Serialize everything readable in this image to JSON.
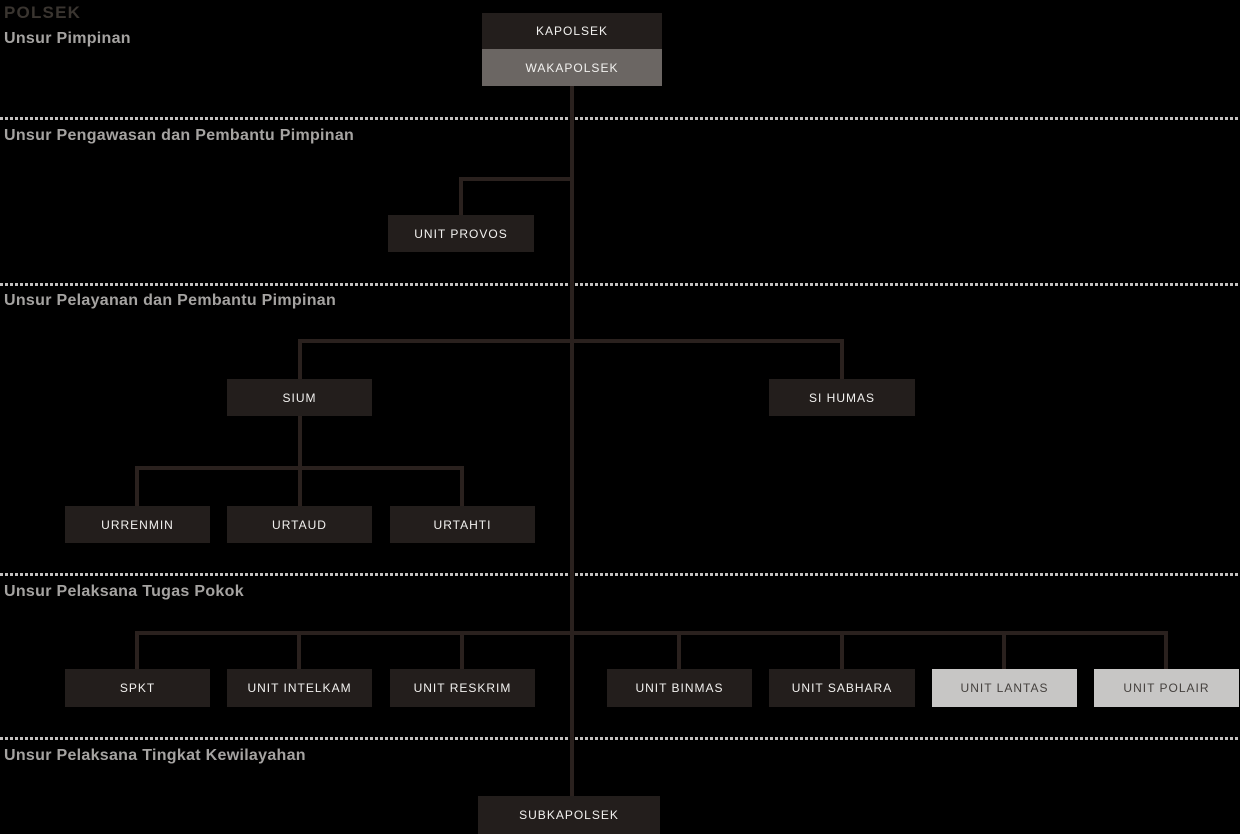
{
  "title": "POLSEK",
  "sections": {
    "pimpinan": "Unsur Pimpinan",
    "pengawasan": "Unsur Pengawasan dan Pembantu Pimpinan",
    "pelayanan": "Unsur Pelayanan dan Pembantu Pimpinan",
    "pelaksana_pokok": "Unsur Pelaksana Tugas Pokok",
    "kewilayahan": "Unsur Pelaksana Tingkat Kewilayahan"
  },
  "nodes": {
    "kapolsek": "KAPOLSEK",
    "wakapolsek": "WAKAPOLSEK",
    "unit_provos": "UNIT PROVOS",
    "sium": "SIUM",
    "si_humas": "SI HUMAS",
    "urrenmin": "URRENMIN",
    "urtaud": "URTAUD",
    "urtahti": "URTAHTI",
    "spkt": "SPKT",
    "unit_intelkam": "UNIT INTELKAM",
    "unit_reskrim": "UNIT RESKRIM",
    "unit_binmas": "UNIT BINMAS",
    "unit_sabhara": "UNIT SABHARA",
    "unit_lantas": "UNIT LANTAS",
    "unit_polair": "UNIT POLAIR",
    "subkapolsek": "SUBKAPOLSEK"
  },
  "edges": [
    {
      "from": "kapolsek",
      "to": "wakapolsek"
    },
    {
      "from": "wakapolsek",
      "to": "unit_provos"
    },
    {
      "from": "wakapolsek",
      "to": "sium"
    },
    {
      "from": "wakapolsek",
      "to": "si_humas"
    },
    {
      "from": "sium",
      "to": "urrenmin"
    },
    {
      "from": "sium",
      "to": "urtaud"
    },
    {
      "from": "sium",
      "to": "urtahti"
    },
    {
      "from": "wakapolsek",
      "to": "spkt"
    },
    {
      "from": "wakapolsek",
      "to": "unit_intelkam"
    },
    {
      "from": "wakapolsek",
      "to": "unit_reskrim"
    },
    {
      "from": "wakapolsek",
      "to": "unit_binmas"
    },
    {
      "from": "wakapolsek",
      "to": "unit_sabhara"
    },
    {
      "from": "wakapolsek",
      "to": "unit_lantas"
    },
    {
      "from": "wakapolsek",
      "to": "unit_polair"
    },
    {
      "from": "wakapolsek",
      "to": "subkapolsek"
    }
  ],
  "colors": {
    "background": "#000000",
    "box_dark": "#231e1c",
    "box_gray": "#6b6663",
    "box_light": "#c7c6c5",
    "box_text_light": "#f2f1ef",
    "box_text_dark": "#45413e",
    "connector_line": "#2a211e",
    "divider_dash": "#c2c0be",
    "section_heading": "#a5a3a1",
    "title": "#3a3530"
  }
}
